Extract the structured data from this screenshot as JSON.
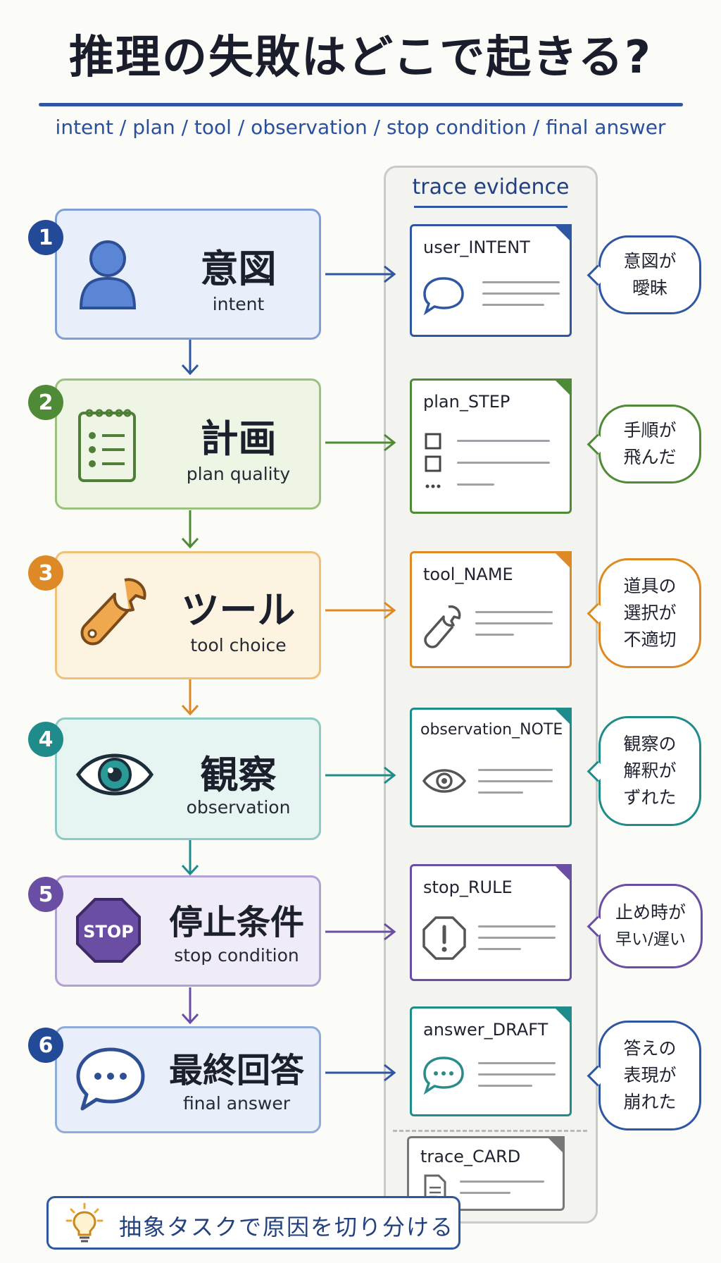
{
  "title": "推理の失敗はどこで起きる?",
  "subtitle": "intent / plan / tool / observation / stop condition / final answer",
  "trace_header": "trace evidence",
  "steps": [
    {
      "num": "1",
      "label": "意図",
      "sub": "intent",
      "card": "user_INTENT",
      "bubble": [
        "意図が",
        "曖昧"
      ],
      "color": "#2e56a3",
      "bg": "#e8eefa",
      "border": "#7f9fd6",
      "icon": "person-icon"
    },
    {
      "num": "2",
      "label": "計画",
      "sub": "plan quality",
      "card": "plan_STEP",
      "bubble": [
        "手順が",
        "飛んだ"
      ],
      "color": "#4f8a36",
      "bg": "#eef5e4",
      "border": "#9cc17f",
      "icon": "checklist-icon"
    },
    {
      "num": "3",
      "label": "ツール",
      "sub": "tool choice",
      "card": "tool_NAME",
      "bubble": [
        "道具の",
        "選択が",
        "不適切"
      ],
      "color": "#dd8a26",
      "bg": "#fdf3e1",
      "border": "#f0c07a",
      "icon": "wrench-icon"
    },
    {
      "num": "4",
      "label": "観察",
      "sub": "observation",
      "card": "observation_NOTE",
      "bubble": [
        "観察の",
        "解釈が",
        "ずれた"
      ],
      "color": "#1f8b8a",
      "bg": "#e6f4f2",
      "border": "#8fc9c4",
      "icon": "eye-icon"
    },
    {
      "num": "5",
      "label": "停止条件",
      "sub": "stop condition",
      "card": "stop_RULE",
      "bubble": [
        "止め時が",
        "早い/遅い"
      ],
      "color": "#6a4ea3",
      "bg": "#efebf7",
      "border": "#b2a2d4",
      "icon": "stop-sign-icon"
    },
    {
      "num": "6",
      "label": "最終回答",
      "sub": "final answer",
      "card": "answer_DRAFT",
      "bubble": [
        "答えの",
        "表現が",
        "崩れた"
      ],
      "color": "#2e56a3",
      "bg": "#e8eefa",
      "border": "#8fabd9",
      "icon": "speech-bubble-icon"
    }
  ],
  "stop_sign_text": "STOP",
  "trace_card": "trace_CARD",
  "tip": "抽象タスクで原因を切り分ける"
}
